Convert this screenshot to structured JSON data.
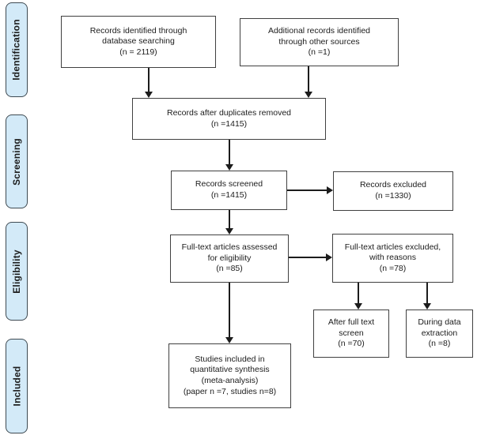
{
  "stages": [
    {
      "label": "Identification"
    },
    {
      "label": "Screening"
    },
    {
      "label": "Eligibility"
    },
    {
      "label": "Included"
    }
  ],
  "boxes": [
    {
      "name": "records-identified",
      "text": "Records identified through\ndatabase searching\n(n = 2119)"
    },
    {
      "name": "additional-records",
      "text": "Additional records identified\nthrough other sources\n(n =1)"
    },
    {
      "name": "duplicates-removed",
      "text": "Records after duplicates removed\n(n =1415)"
    },
    {
      "name": "records-screened",
      "text": "Records screened\n(n =1415)"
    },
    {
      "name": "records-excluded",
      "text": "Records excluded\n(n =1330)"
    },
    {
      "name": "fulltext-assessed",
      "text": "Full-text articles assessed\nfor eligibility\n(n =85)"
    },
    {
      "name": "fulltext-excluded",
      "text": "Full-text articles excluded,\nwith reasons\n(n =78)"
    },
    {
      "name": "after-fulltext-screen",
      "text": "After full text\nscreen\n(n =70)"
    },
    {
      "name": "during-data-extraction",
      "text": "During data\nextraction\n(n =8)"
    },
    {
      "name": "quantitative-synthesis",
      "text": "Studies included in\nquantitative synthesis\n(meta-analysis)\n(paper n =7, studies n=8)"
    }
  ],
  "colors": {
    "stage_fill": "#d3eaf8",
    "stage_border": "#3e4a52",
    "box_border": "#404040",
    "arrow": "#1c1c1c",
    "text": "#1c1c1c",
    "background": "#ffffff"
  }
}
